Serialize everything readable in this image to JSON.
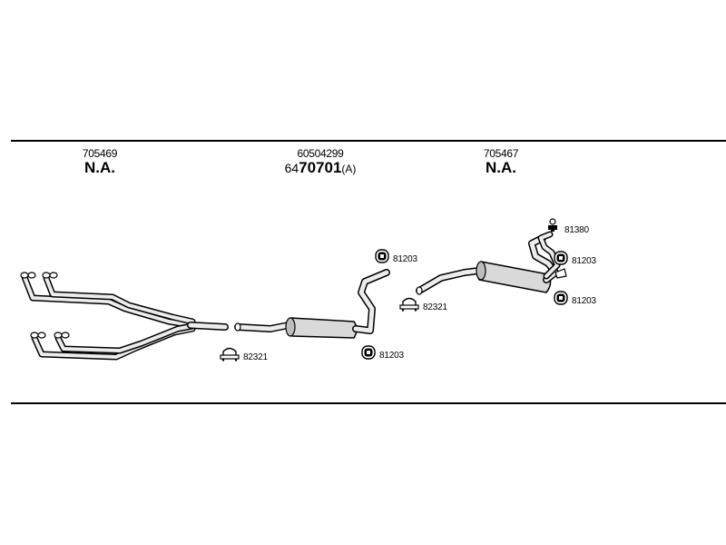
{
  "columns": [
    {
      "part_number": "705469",
      "code": "N.A."
    },
    {
      "part_number": "60504299",
      "code_prefix": "64",
      "code_main": "70701",
      "code_suffix": "(A)"
    },
    {
      "part_number": "705467",
      "code": "N.A."
    }
  ],
  "part_labels": {
    "clamp_left": "82321",
    "mount_mid": "81203",
    "mount_mid_upper": "81203",
    "clamp_mid": "82321",
    "hanger_top": "81380",
    "mount_right_upper": "81203",
    "mount_right_lower": "81203"
  },
  "icons": {
    "clamp": "u-bolt-clamp-icon",
    "mount": "rubber-mount-icon",
    "hanger": "hanger-icon"
  },
  "colors": {
    "line": "#000000",
    "pipe_fill": "#ececec",
    "muffler_fill": "#d9d9d9"
  }
}
